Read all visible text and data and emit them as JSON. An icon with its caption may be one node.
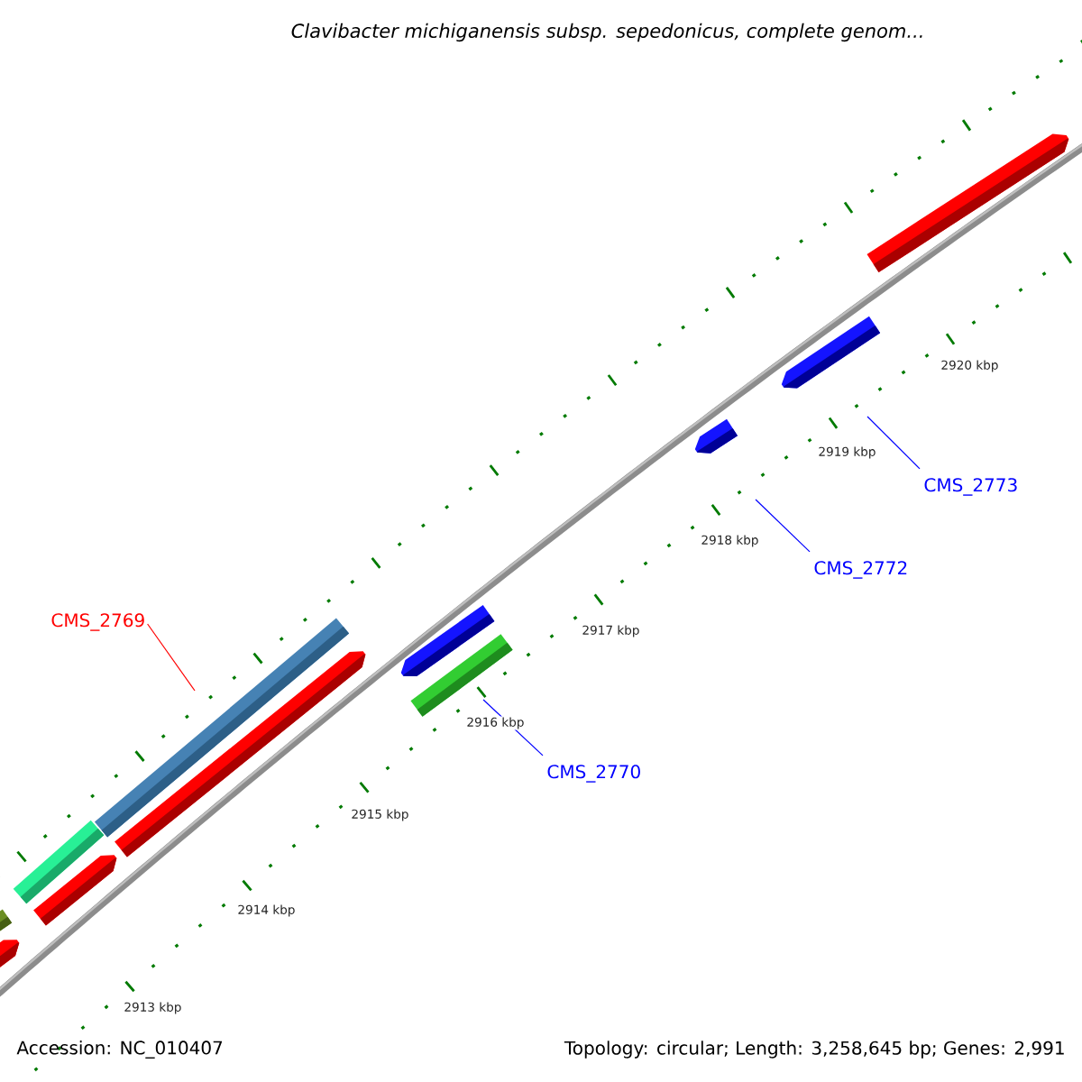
{
  "diagram": {
    "title": "Clavibacter michiganensis subsp. sepedonicus, complete genom...",
    "nodes": [
      {
        "text": [
          "CMS_2773"
        ]
      },
      {
        "text": [
          "CMS_2772"
        ]
      },
      {
        "text": [
          "CMS_2769"
        ]
      },
      {
        "text": [
          "CMS_2770"
        ]
      }
    ],
    "edges": [
      {
        "from": 0,
        "to": null,
        "arrow": "none"
      },
      {
        "from": 1,
        "to": null,
        "arrow": "none"
      },
      {
        "from": 2,
        "to": null,
        "arrow": "none",
        "color": "#ff0000"
      },
      {
        "from": 3,
        "to": null,
        "arrow": "none"
      }
    ],
    "labels": [
      "2920 kbp",
      "2919 kbp",
      "2918 kbp",
      "2917 kbp",
      "2916 kbp",
      "2915 kbp",
      "2914 kbp",
      "2913 kbp",
      "Accession: NC_010407",
      "Topology: circular; Length: 3,258,645 bp; Genes: 2,991"
    ]
  }
}
